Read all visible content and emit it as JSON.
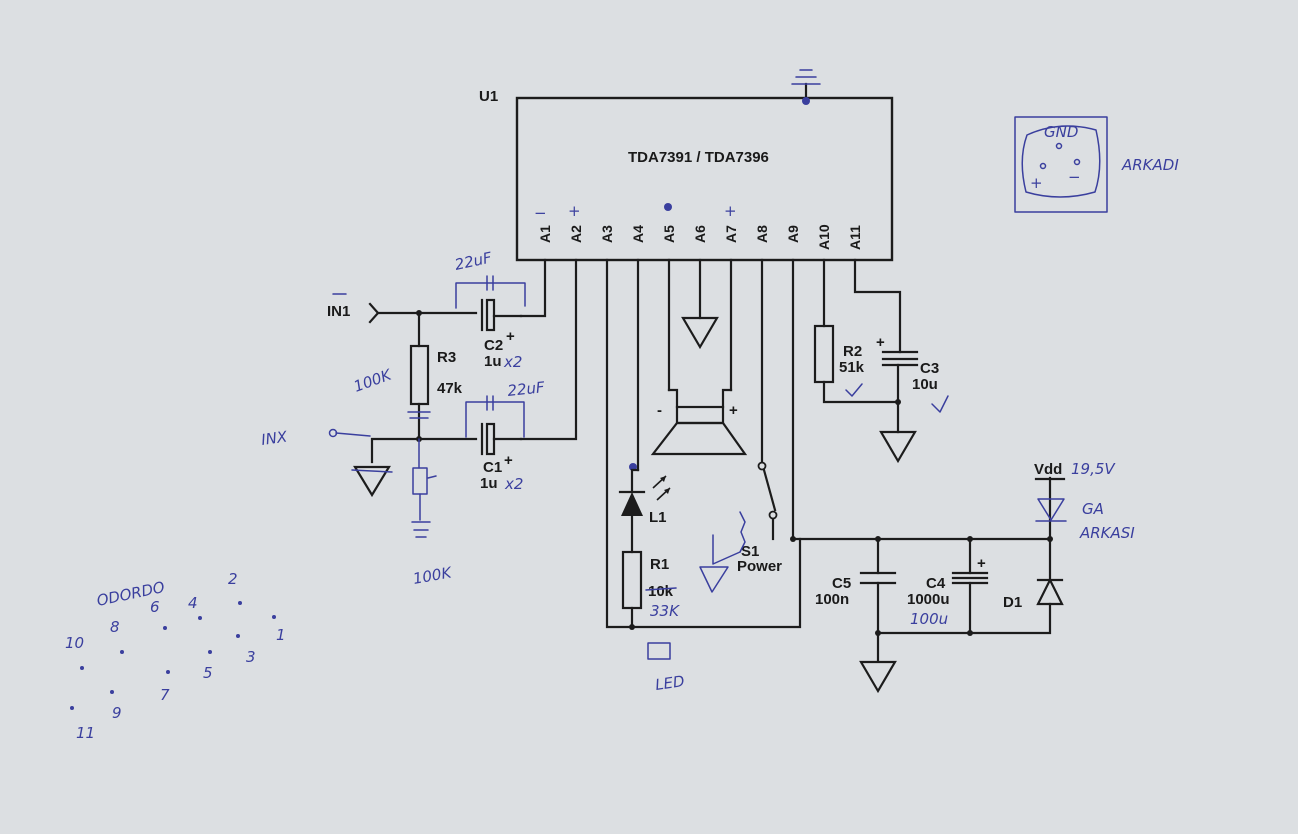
{
  "ic": {
    "ref": "U1",
    "name": "TDA7391 / TDA7396",
    "pins": [
      "A1",
      "A2",
      "A3",
      "A4",
      "A5",
      "A6",
      "A7",
      "A8",
      "A9",
      "A10",
      "A11"
    ]
  },
  "inputs": {
    "in1": "IN1"
  },
  "components": {
    "r3": {
      "ref": "R3",
      "value": "47k"
    },
    "c2": {
      "ref": "C2",
      "value": "1u"
    },
    "c1": {
      "ref": "C1",
      "value": "1u"
    },
    "r2": {
      "ref": "R2",
      "value": "51k"
    },
    "c3": {
      "ref": "C3",
      "value": "10u"
    },
    "l1": {
      "ref": "L1"
    },
    "r1": {
      "ref": "R1",
      "value": "10k"
    },
    "s1": {
      "ref": "S1",
      "value": "Power"
    },
    "c5": {
      "ref": "C5",
      "value": "100n"
    },
    "c4": {
      "ref": "C4",
      "value": "1000u"
    },
    "d1": {
      "ref": "D1"
    },
    "vdd": "Vdd"
  },
  "speaker_marks": {
    "minus": "-",
    "plus": "+"
  },
  "handwritten": {
    "c2_note": "22uF",
    "c2_mult": "x2",
    "r3_note": "100K",
    "c1_note": "22uF",
    "c1_mult": "x2",
    "in_x": "INX",
    "pot_note": "100K",
    "r1_note": "33K",
    "led_note": "LED",
    "vdd_note": "19,5V",
    "vdd_note2": "GA",
    "vdd_note3": "ARKASI",
    "c4_note": "100u",
    "connector_gnd": "GND",
    "connector_plus": "+",
    "connector_minus": "−",
    "connector_side": "ARKADI",
    "pin_minus": "−",
    "pin_plus_a2": "+",
    "pin_plus_a7": "+",
    "pinout_title": "ODORDO",
    "pinout_numbers": [
      "2",
      "6",
      "4",
      "8",
      "10",
      "1",
      "3",
      "5",
      "7",
      "9",
      "11"
    ]
  }
}
